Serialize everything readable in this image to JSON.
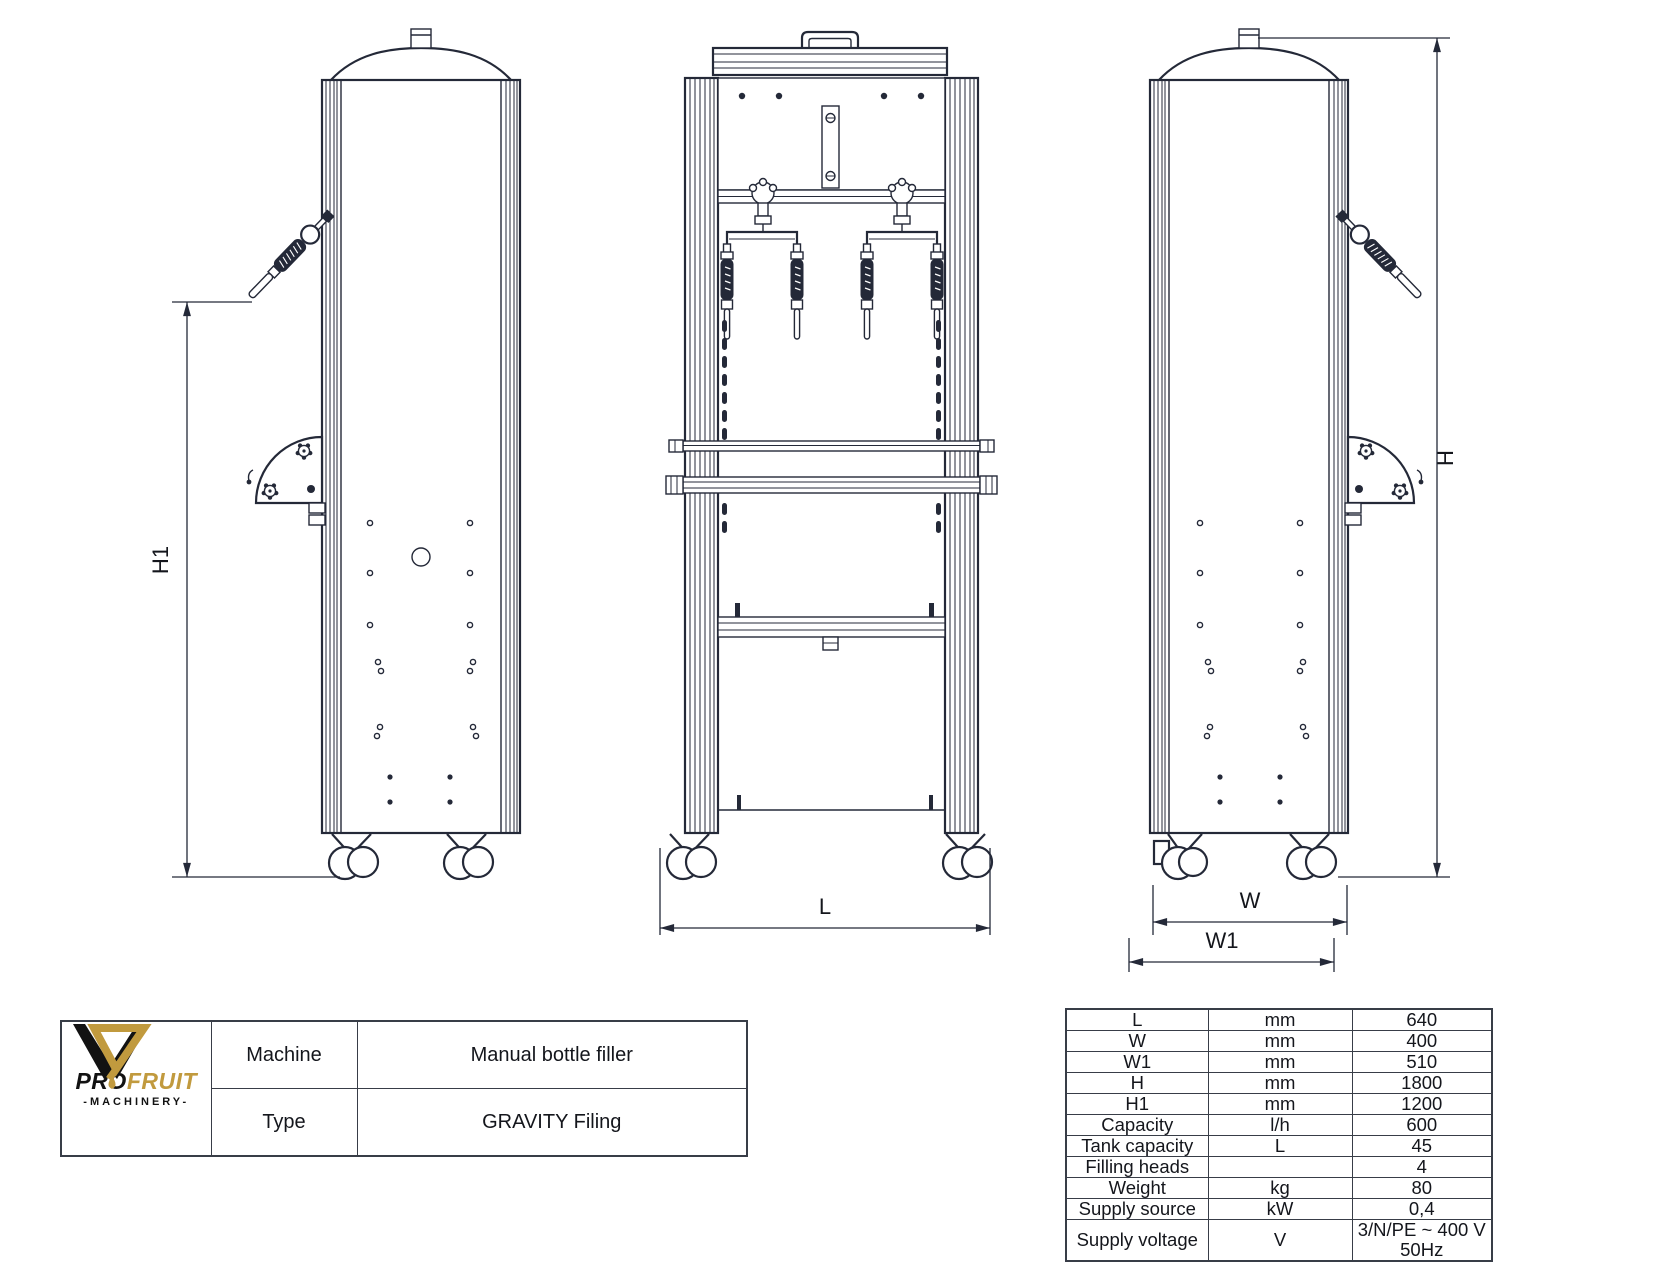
{
  "drawing": {
    "dim_labels": {
      "h1": "H1",
      "h": "H",
      "l": "L",
      "w": "W",
      "w1": "W1"
    }
  },
  "logo": {
    "brand_pro": "PRO",
    "brand_fruit": "FRUIT",
    "brand_sub": "-MACHINERY-"
  },
  "info_table": {
    "rows": [
      {
        "label": "Machine",
        "value": "Manual bottle filler"
      },
      {
        "label": "Type",
        "value": "GRAVITY Filing"
      }
    ]
  },
  "spec_table": {
    "rows": [
      {
        "label": "L",
        "unit": "mm",
        "value": "640"
      },
      {
        "label": "W",
        "unit": "mm",
        "value": "400"
      },
      {
        "label": "W1",
        "unit": "mm",
        "value": "510"
      },
      {
        "label": "H",
        "unit": "mm",
        "value": "1800"
      },
      {
        "label": "H1",
        "unit": "mm",
        "value": "1200"
      },
      {
        "label": "Capacity",
        "unit": "l/h",
        "value": "600"
      },
      {
        "label": "Tank capacity",
        "unit": "L",
        "value": "45"
      },
      {
        "label": "Filling heads",
        "unit": "",
        "value": "4"
      },
      {
        "label": "Weight",
        "unit": "kg",
        "value": "80"
      },
      {
        "label": "Supply source",
        "unit": "kW",
        "value": "0,4"
      },
      {
        "label": "Supply voltage",
        "unit": "V",
        "value": "3/N/PE ~ 400 V\n50Hz"
      }
    ]
  },
  "colors": {
    "line": "#242938",
    "gold": "#c19a3e",
    "text": "#14161c"
  }
}
